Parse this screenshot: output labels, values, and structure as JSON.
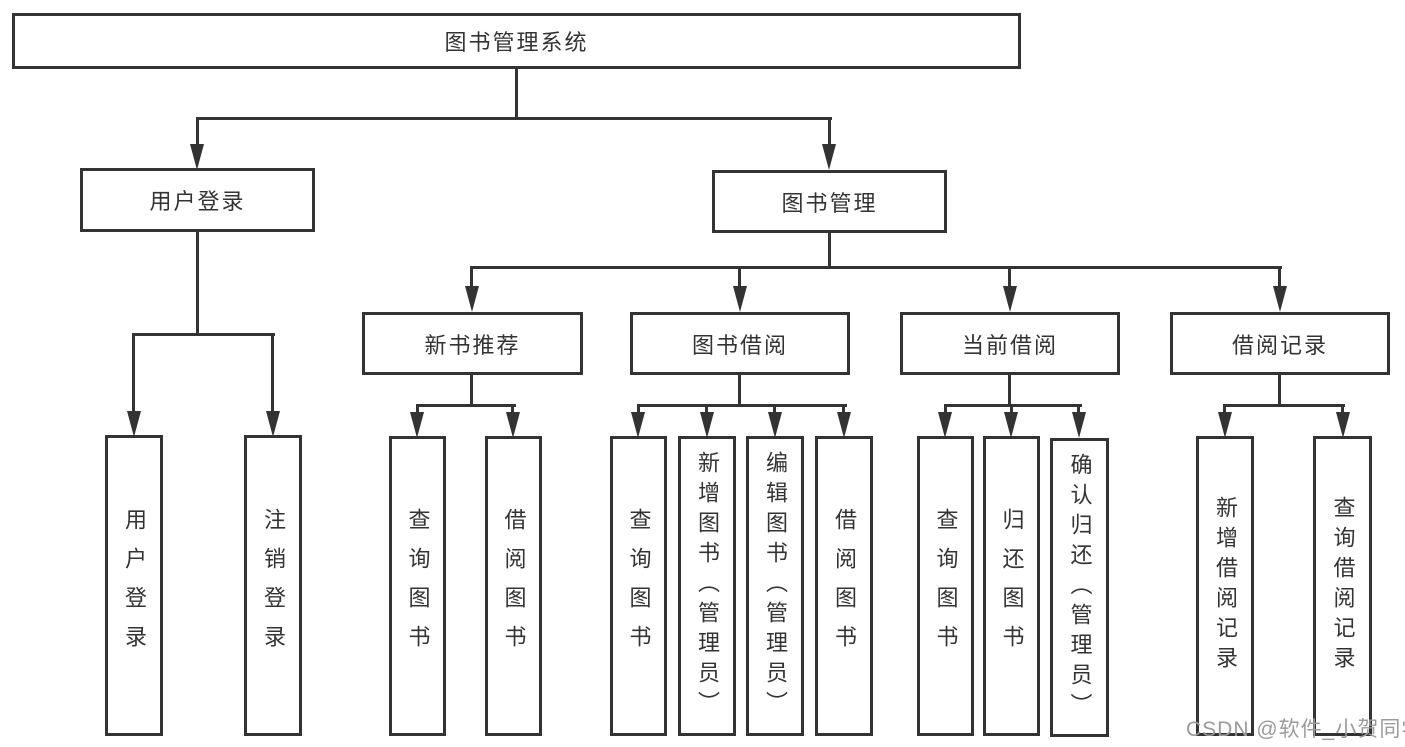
{
  "diagram_type": "hierarchy-tree",
  "colors": {
    "background": "#ffffff",
    "line": "#333333",
    "text": "#333333",
    "watermark": "#9b9b9b"
  },
  "tree": {
    "label": "图书管理系统",
    "children": [
      {
        "label": "用户登录",
        "children": [
          {
            "label": "用户登录"
          },
          {
            "label": "注销登录"
          }
        ]
      },
      {
        "label": "图书管理",
        "children": [
          {
            "label": "新书推荐",
            "children": [
              {
                "label": "查询图书"
              },
              {
                "label": "借阅图书"
              }
            ]
          },
          {
            "label": "图书借阅",
            "children": [
              {
                "label": "查询图书"
              },
              {
                "label": "新增图书（管理员）"
              },
              {
                "label": "编辑图书（管理员）"
              },
              {
                "label": "借阅图书"
              }
            ]
          },
          {
            "label": "当前借阅",
            "children": [
              {
                "label": "查询图书"
              },
              {
                "label": "归还图书"
              },
              {
                "label": "确认归还（管理员）"
              }
            ]
          },
          {
            "label": "借阅记录",
            "children": [
              {
                "label": "新增借阅记录"
              },
              {
                "label": "查询借阅记录"
              }
            ]
          }
        ]
      }
    ]
  },
  "watermark": {
    "text": "CSDN @软件_小贺同学"
  }
}
